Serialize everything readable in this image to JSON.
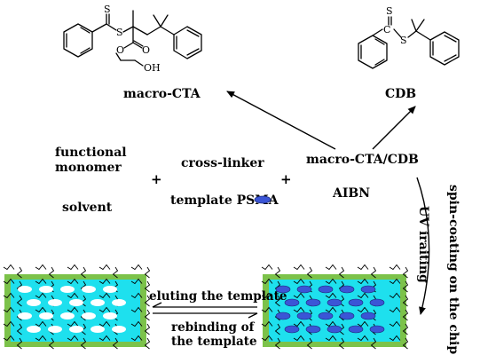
{
  "labels": {
    "macro_cta": "macro-CTA",
    "cdb": "CDB",
    "macro_cta_cdb": "macro-CTA/CDB",
    "functional_monomer_line1": "functional",
    "functional_monomer_line2": "monomer",
    "solvent": "solvent",
    "cross_linker": "cross-linker",
    "template_psma": "template PSMA",
    "aibn": "AIBN",
    "plus": "+",
    "spin_coating": "spin-coating on the chip",
    "uv_irradiating": "UV iraiting",
    "eluting": "eluting the template",
    "rebinding_line1": "rebinding of",
    "rebinding_line2": "the template"
  },
  "atoms": {
    "s": "S",
    "o": "O",
    "oh": "OH",
    "cdot": "C"
  },
  "colors": {
    "film_fill": "#1ee0ee",
    "film_border": "#7cc24a",
    "cavity": "#ffffff",
    "template": "#3b55d6",
    "polymer_chain": "#000000"
  }
}
